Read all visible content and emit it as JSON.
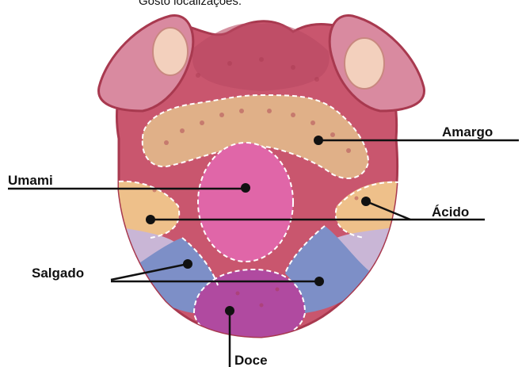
{
  "title": "Gosto localizações:",
  "labels": {
    "amargo": "Amargo",
    "umami": "Umami",
    "acido": "Ácido",
    "salgado": "Salgado",
    "doce": "Doce"
  },
  "colors": {
    "tongue": "#c9566e",
    "tongue_dark": "#a8394f",
    "amargo": "#e0b088",
    "umami": "#e066a8",
    "acido": "#eec08a",
    "salgado": "#7d8fc7",
    "doce": "#b04aa0",
    "lavender": "#c9b6d6",
    "line": "#111111"
  }
}
